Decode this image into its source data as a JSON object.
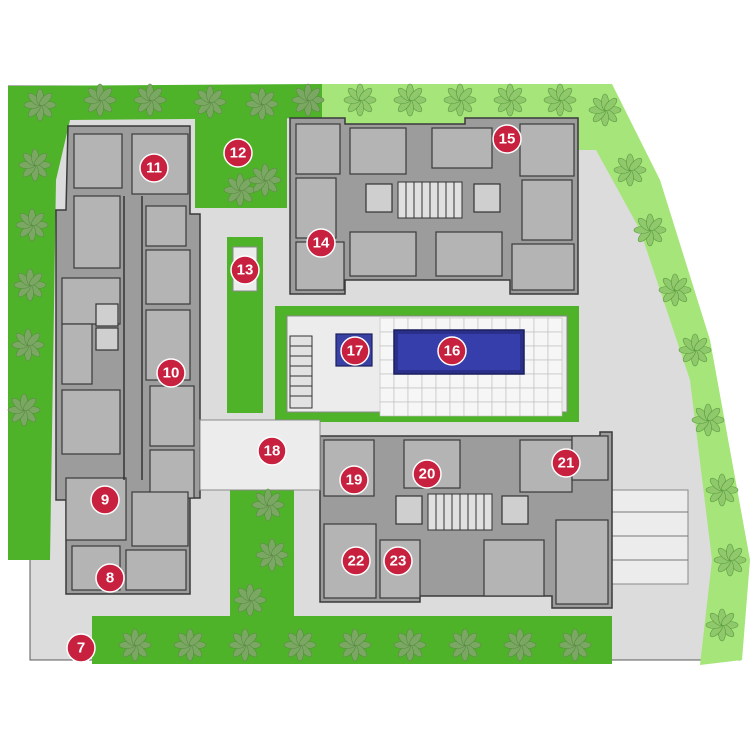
{
  "map": {
    "markers": [
      {
        "id": "7",
        "label": "7"
      },
      {
        "id": "8",
        "label": "8"
      },
      {
        "id": "9",
        "label": "9"
      },
      {
        "id": "10",
        "label": "10"
      },
      {
        "id": "11",
        "label": "11"
      },
      {
        "id": "12",
        "label": "12"
      },
      {
        "id": "13",
        "label": "13"
      },
      {
        "id": "14",
        "label": "14"
      },
      {
        "id": "15",
        "label": "15"
      },
      {
        "id": "16",
        "label": "16"
      },
      {
        "id": "17",
        "label": "17"
      },
      {
        "id": "18",
        "label": "18"
      },
      {
        "id": "19",
        "label": "19"
      },
      {
        "id": "20",
        "label": "20"
      },
      {
        "id": "21",
        "label": "21"
      },
      {
        "id": "22",
        "label": "22"
      },
      {
        "id": "23",
        "label": "23"
      }
    ],
    "colors": {
      "marker": "#c8213f",
      "lawn": "#4fb32a",
      "lawn_light": "#a6e57a",
      "building": "#9c9c9c",
      "pool": "#2a2f8a"
    }
  }
}
